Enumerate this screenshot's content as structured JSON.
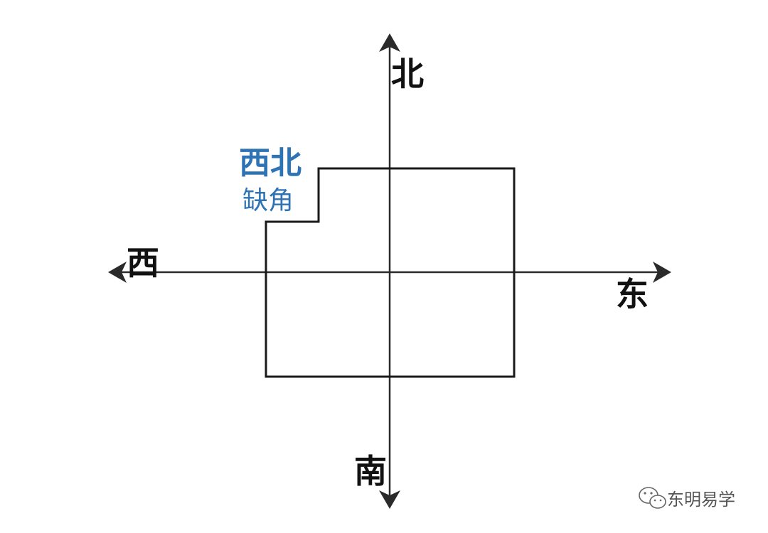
{
  "directions": {
    "north": "北",
    "south": "南",
    "east": "东",
    "west": "西"
  },
  "annotation": {
    "title": "西北",
    "subtitle": "缺角",
    "color": "#2e74b5"
  },
  "watermark": {
    "icon": "wechat-icon",
    "text": "东明易学"
  },
  "colors": {
    "axis": "#2a2a2a",
    "outline": "#1a1a1a"
  }
}
